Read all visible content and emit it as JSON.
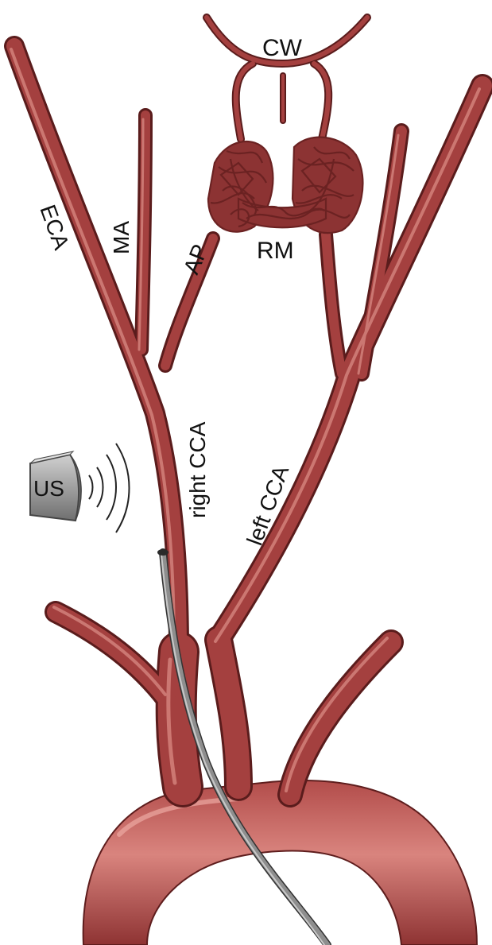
{
  "colors": {
    "vessel": "#9c3b3b",
    "vessel_dark": "#5e1d1d",
    "vessel_light": "#d07a75",
    "catheter": "#8a8a8a",
    "probe": "#a9a9a9"
  },
  "labels": {
    "cw": "CW",
    "eca": "ECA",
    "ma": "MA",
    "ap": "AP",
    "rm": "RM",
    "right_cca": "right CCA",
    "left_cca": "left CCA",
    "us": "US"
  }
}
